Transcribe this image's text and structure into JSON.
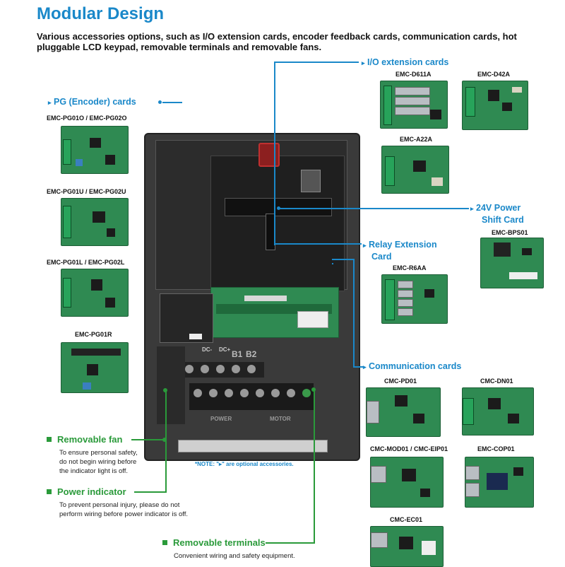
{
  "title": "Modular Design",
  "intro": "Various accessories options, such as I/O extension cards, encoder feedback cards, communication cards, hot pluggable LCD keypad, removable terminals and removable fans.",
  "sections": {
    "io": {
      "heading": "I/O extension cards",
      "cards": [
        "EMC-D611A",
        "EMC-D42A",
        "EMC-A22A"
      ]
    },
    "pg": {
      "heading": "PG (Encoder) cards",
      "cards": [
        "EMC-PG01O / EMC-PG02O",
        "EMC-PG01U / EMC-PG02U",
        "EMC-PG01L / EMC-PG02L",
        "EMC-PG01R"
      ]
    },
    "bps": {
      "heading_line1": "24V Power",
      "heading_line2": "Shift Card",
      "cards": [
        "EMC-BPS01"
      ]
    },
    "relay": {
      "heading_line1": "Relay Extension",
      "heading_line2": "Card",
      "cards": [
        "EMC-R6AA"
      ]
    },
    "comm": {
      "heading": "Communication cards",
      "cards": [
        "CMC-PD01",
        "CMC-DN01",
        "CMC-MOD01 / CMC-EIP01",
        "EMC-COP01",
        "CMC-EC01"
      ]
    }
  },
  "features": {
    "fan": {
      "heading": "Removable fan",
      "desc": [
        "To ensure personal safety,",
        "do not begin wiring before",
        "the indicator light is off."
      ]
    },
    "power": {
      "heading": "Power indicator",
      "desc": [
        "To prevent personal injury, please do not",
        "perform wiring before power indicator is off."
      ]
    },
    "terminals": {
      "heading": "Removable terminals",
      "desc": "Convenient wiring and safety equipment."
    }
  },
  "note": "*NOTE: \"▸\" are optional accessories.",
  "drive_labels": {
    "dc_minus": "DC-",
    "dc_plus": "DC+",
    "b1": "B1",
    "b2": "B2",
    "power": "POWER",
    "motor": "MOTOR"
  },
  "colors": {
    "accent_blue": "#1a88c9",
    "accent_green": "#2a9a3a",
    "pcb_green": "#2f8a52"
  }
}
